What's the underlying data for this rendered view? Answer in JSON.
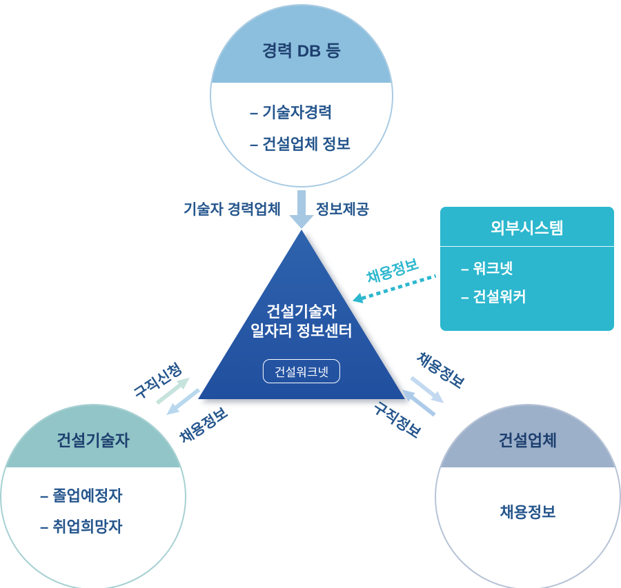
{
  "diagram": {
    "top_circle": {
      "title": "경력 DB 등",
      "items": [
        "– 기술자경력",
        "– 건설업체 정보"
      ]
    },
    "top_arrow": {
      "left_label": "기술자 경력업체",
      "right_label": "정보제공"
    },
    "external_box": {
      "title": "외부시스템",
      "items": [
        "– 워크넷",
        "– 건설워커"
      ],
      "arrow_label": "채용정보"
    },
    "center": {
      "line1": "건설기술자",
      "line2": "일자리 정보센터",
      "badge": "건설워크넷"
    },
    "left_circle": {
      "title": "건설기술자",
      "items": [
        "– 졸업예정자",
        "– 취업희망자"
      ]
    },
    "left_arrows": {
      "to_center_label": "구직신청",
      "to_circle_label": "채용정보"
    },
    "right_circle": {
      "title": "건설업체",
      "items": [
        "채용정보"
      ]
    },
    "right_arrows": {
      "to_circle_label": "채용정보",
      "to_center_label": "구직정보"
    }
  },
  "colors": {
    "navy_text": "#24558c",
    "title_navy": "#1d3f6e",
    "teal": "#2cb7ce",
    "triangle_blue": "#27549f",
    "top_band": "#8cbedd",
    "left_band": "#92c5c8",
    "right_band": "#9db0ca"
  }
}
